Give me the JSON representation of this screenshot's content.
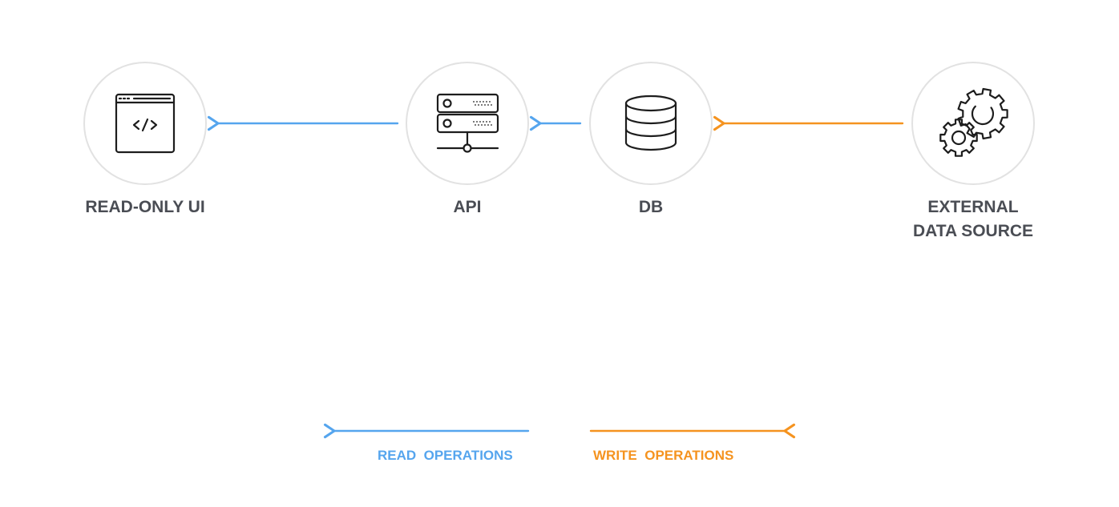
{
  "nodes": {
    "ui": {
      "label": "READ-ONLY UI",
      "icon": "browser-code-icon"
    },
    "api": {
      "label": "API",
      "icon": "server-rack-icon"
    },
    "db": {
      "label": "DB",
      "icon": "database-icon"
    },
    "ext": {
      "label_line1": "EXTERNAL",
      "label_line2": "DATA SOURCE",
      "icon": "gears-icon"
    }
  },
  "legend": {
    "read_label": "READ  OPERATIONS",
    "write_label": "WRITE  OPERATIONS"
  },
  "colors": {
    "read": "#55a5ee",
    "write": "#f5931f",
    "circle_border": "#e2e2e2",
    "icon": "#1d1d1d",
    "label": "#4a4d54"
  }
}
